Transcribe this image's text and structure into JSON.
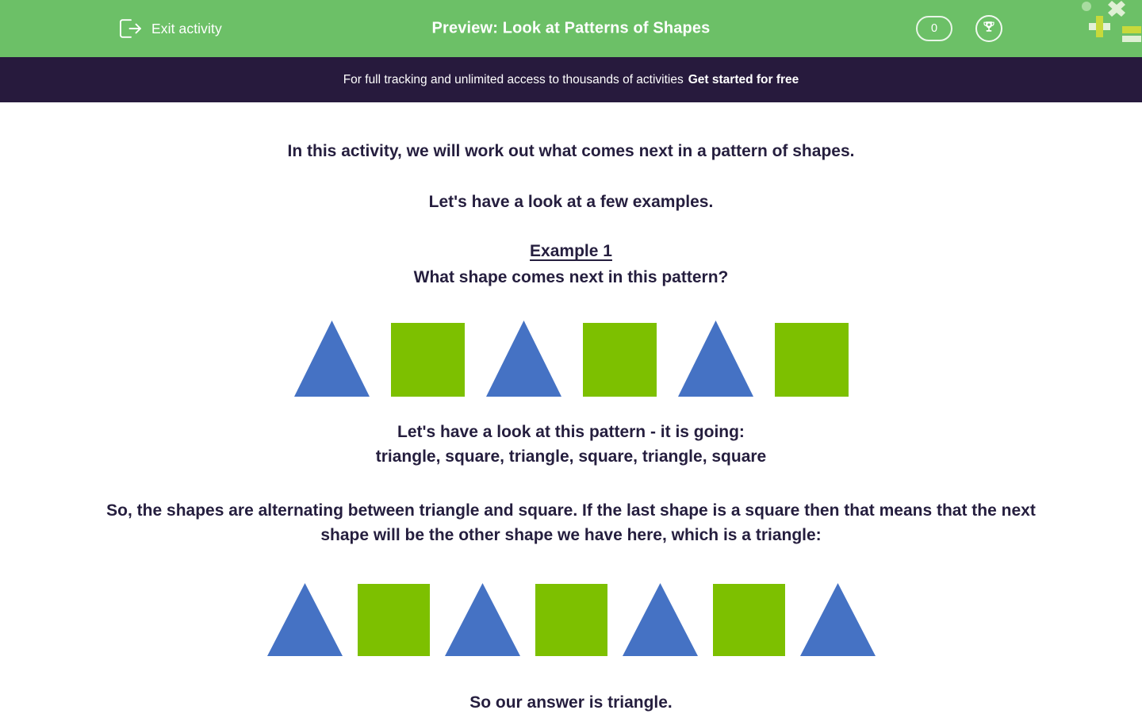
{
  "header": {
    "exit_label": "Exit activity",
    "exit_icon": "exit-door-arrow-icon",
    "title": "Preview: Look at Patterns of Shapes",
    "points_value": "0",
    "trophy_icon": "trophy-star-icon",
    "bg_color": "#6CC067"
  },
  "banner": {
    "text": "For full tracking and unlimited access to thousands of activities",
    "cta": "Get started for free",
    "bg_color": "#271A3D"
  },
  "content": {
    "intro": "In this activity, we will work out what comes next in a pattern of shapes.",
    "subtitle": "Let's have a look at a few examples.",
    "example_heading": "Example 1",
    "example_question": "What shape comes next in this pattern?",
    "explanation_line_1": "Let's have a look at this pattern - it is going:",
    "explanation_line_2": "triangle, square, triangle, square, triangle, square",
    "reasoning": "So, the shapes are alternating between triangle and square. If the last shape is a square then that means that the next shape will be the other shape we have here, which is a triangle:",
    "answer": "So our answer is triangle.",
    "text_color": "#251E3E"
  },
  "shapes": {
    "triangle_color": "#4572C4",
    "square_color": "#7DC000",
    "row1": [
      "triangle",
      "square",
      "triangle",
      "square",
      "triangle",
      "square"
    ],
    "row2": [
      "triangle",
      "square",
      "triangle",
      "square",
      "triangle",
      "square",
      "triangle"
    ]
  }
}
